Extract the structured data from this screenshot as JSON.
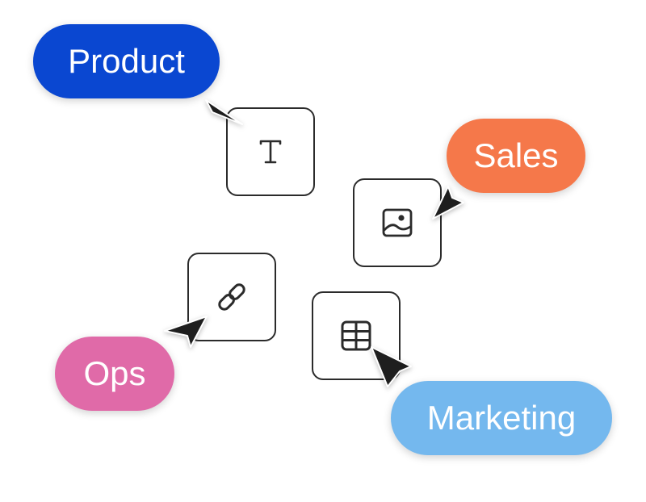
{
  "cursors": [
    {
      "label": "Product",
      "color": "#0a47d1",
      "icon": "text-icon"
    },
    {
      "label": "Sales",
      "color": "#f5784a",
      "icon": "image-icon"
    },
    {
      "label": "Ops",
      "color": "#e06aa8",
      "icon": "link-icon"
    },
    {
      "label": "Marketing",
      "color": "#74b8ee",
      "icon": "table-icon"
    }
  ],
  "colors": {
    "tile_border": "#2b2b2b",
    "cursor": "#1e1e1e"
  }
}
